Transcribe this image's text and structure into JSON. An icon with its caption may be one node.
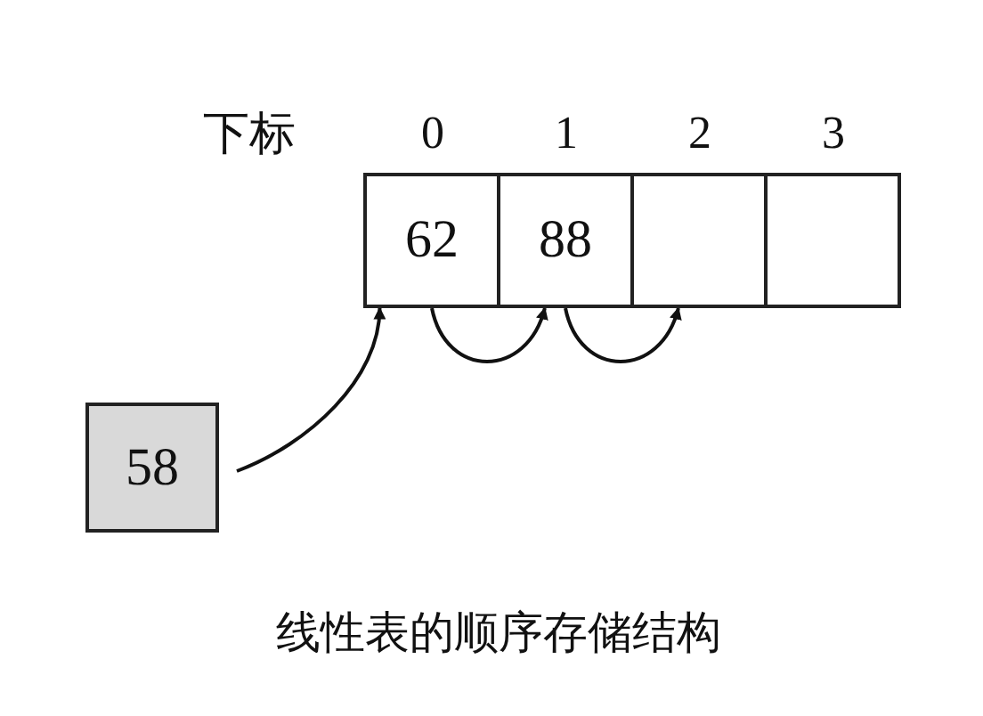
{
  "diagram": {
    "caption": "线性表的顺序存储结构",
    "nodes": [
      {
        "text": [
          "62"
        ]
      },
      {
        "text": [
          "88"
        ]
      },
      {
        "text": [],
        "shape": "box"
      },
      {
        "text": [],
        "shape": "box"
      },
      {
        "text": [
          "58"
        ]
      }
    ],
    "edges": [
      {
        "from": 4,
        "to": 0,
        "arrow": "to"
      },
      {
        "from": 0,
        "to": 1,
        "arrow": "to"
      },
      {
        "from": 1,
        "to": 2,
        "arrow": "to"
      }
    ],
    "labels": [
      "下标",
      "0",
      "1",
      "2",
      "3"
    ]
  }
}
